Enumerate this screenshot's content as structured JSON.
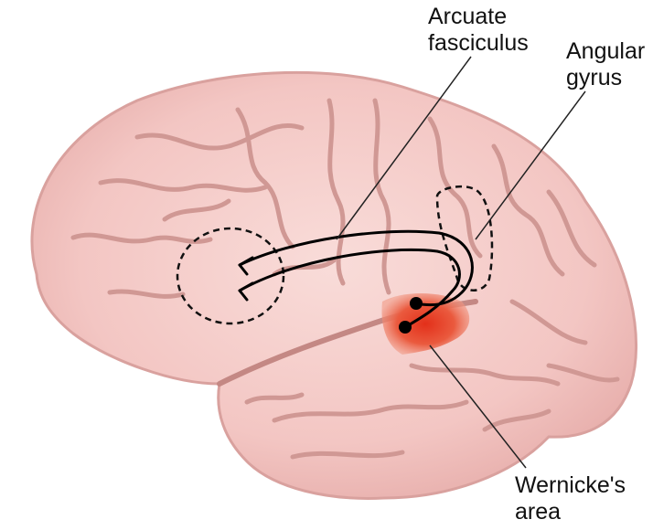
{
  "labels": {
    "arcuate_fasciculus": [
      "Arcuate",
      "fasciculus"
    ],
    "angular_gyrus": [
      "Angular",
      "gyrus"
    ],
    "wernickes_area": [
      "Wernicke's",
      "area"
    ]
  },
  "colors": {
    "background": "#ffffff",
    "brain_fill": "#f4c9c6",
    "sulcus": "#c9918e",
    "wernicke_region": "#e8432d",
    "pathway": "#000000",
    "label_text": "#111111"
  }
}
